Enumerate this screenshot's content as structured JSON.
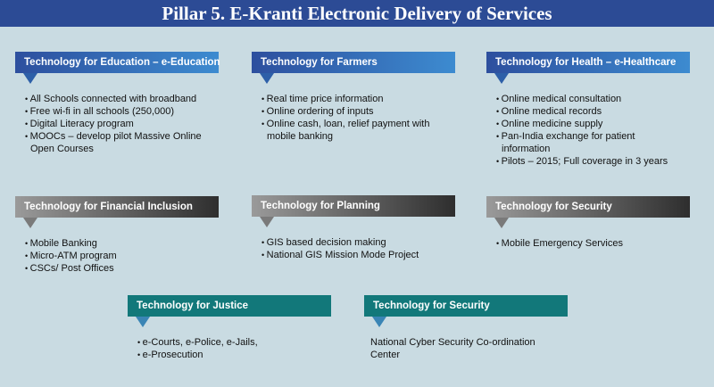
{
  "title": "Pillar 5. E-Kranti Electronic Delivery of Services",
  "cards": [
    {
      "header": "Technology for Education – e-Education",
      "items": [
        "All Schools connected with broadband",
        "Free wi-fi in all schools (250,000)",
        "Digital Literacy program",
        "MOOCs – develop pilot Massive Online Open Courses"
      ]
    },
    {
      "header": "Technology for Farmers",
      "items": [
        "Real time price information",
        "Online ordering of inputs",
        "Online cash, loan, relief payment with mobile banking"
      ]
    },
    {
      "header": "Technology for Health – e-Healthcare",
      "items": [
        "Online medical consultation",
        "Online medical records",
        "Online medicine supply",
        "Pan-India exchange for patient information",
        "Pilots – 2015; Full coverage in 3 years"
      ]
    },
    {
      "header": "Technology for Financial Inclusion",
      "items": [
        "Mobile Banking",
        "Micro-ATM program",
        "CSCs/ Post Offices"
      ]
    },
    {
      "header": "Technology for Planning",
      "items": [
        "GIS based decision making",
        "National GIS Mission Mode Project"
      ]
    },
    {
      "header": "Technology for Security",
      "items": [
        "Mobile Emergency Services"
      ]
    },
    {
      "header": "Technology for Justice",
      "items": [
        "e-Courts, e-Police, e-Jails,",
        "e-Prosecution"
      ]
    },
    {
      "header": "Technology for Security",
      "items": [
        "National Cyber Security Co-ordination Center"
      ]
    }
  ]
}
